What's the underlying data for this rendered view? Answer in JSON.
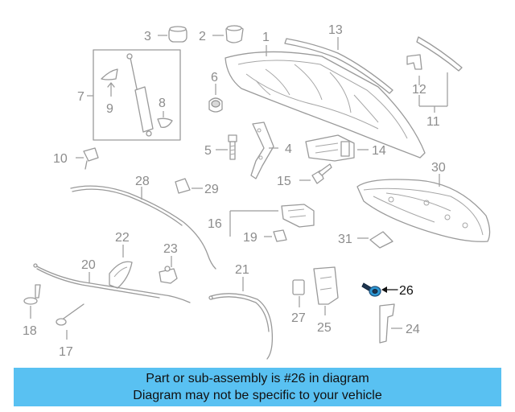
{
  "diagram": {
    "callouts": [
      {
        "id": "1",
        "label": "1"
      },
      {
        "id": "2",
        "label": "2"
      },
      {
        "id": "3",
        "label": "3"
      },
      {
        "id": "4",
        "label": "4"
      },
      {
        "id": "5",
        "label": "5"
      },
      {
        "id": "6",
        "label": "6"
      },
      {
        "id": "7",
        "label": "7"
      },
      {
        "id": "8",
        "label": "8"
      },
      {
        "id": "9",
        "label": "9"
      },
      {
        "id": "10",
        "label": "10"
      },
      {
        "id": "11",
        "label": "11"
      },
      {
        "id": "12",
        "label": "12"
      },
      {
        "id": "13",
        "label": "13"
      },
      {
        "id": "14",
        "label": "14"
      },
      {
        "id": "15",
        "label": "15"
      },
      {
        "id": "16",
        "label": "16"
      },
      {
        "id": "17",
        "label": "17"
      },
      {
        "id": "18",
        "label": "18"
      },
      {
        "id": "19",
        "label": "19"
      },
      {
        "id": "20",
        "label": "20"
      },
      {
        "id": "21",
        "label": "21"
      },
      {
        "id": "22",
        "label": "22"
      },
      {
        "id": "23",
        "label": "23"
      },
      {
        "id": "24",
        "label": "24"
      },
      {
        "id": "25",
        "label": "25"
      },
      {
        "id": "26",
        "label": "26"
      },
      {
        "id": "27",
        "label": "27"
      },
      {
        "id": "28",
        "label": "28"
      },
      {
        "id": "29",
        "label": "29"
      },
      {
        "id": "30",
        "label": "30"
      },
      {
        "id": "31",
        "label": "31"
      }
    ],
    "highlighted_part": "26",
    "colors": {
      "highlight": "#2f9ad6",
      "parts": "#9a9a9a",
      "callout_text": "#8c8c8c"
    }
  },
  "banner": {
    "line1": "Part or sub-assembly is #26 in diagram",
    "line2": "Diagram may not be specific to your vehicle",
    "background": "#59c1f2"
  }
}
